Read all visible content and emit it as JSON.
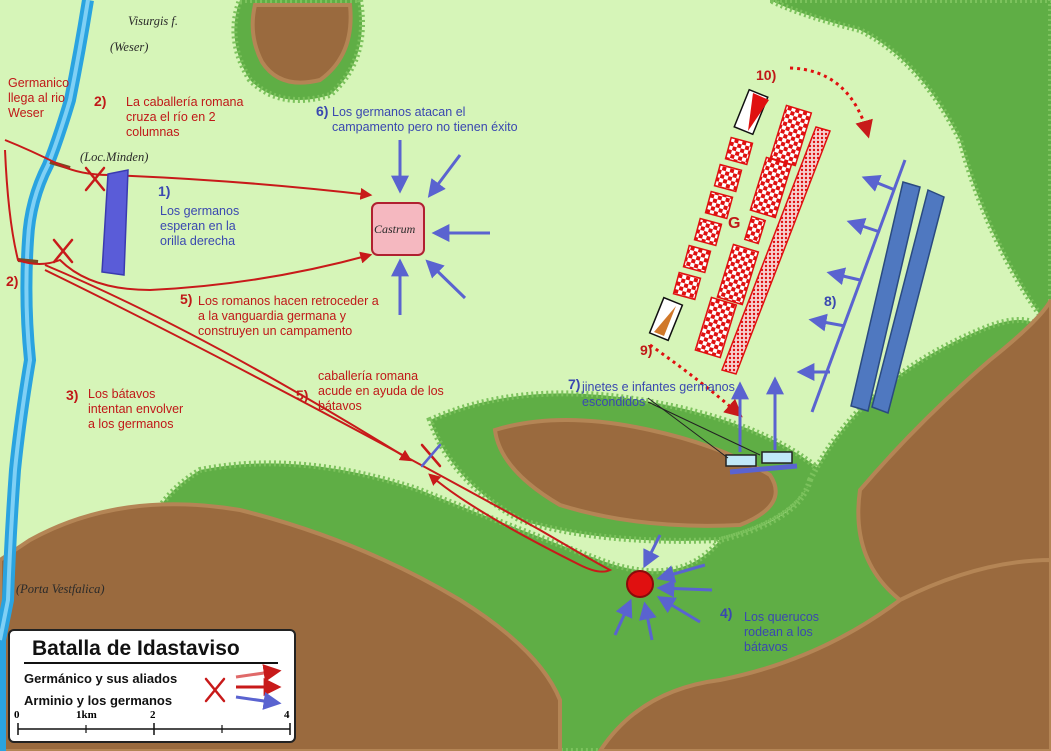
{
  "legend": {
    "title": "Batalla de Idastaviso",
    "row1": "Germánico y sus aliados",
    "row2": "Arminio y los germanos",
    "scale": [
      "0",
      "1km",
      "2",
      "4"
    ],
    "colors": {
      "romans": "#d42020",
      "germans": "#5a63d0"
    }
  },
  "places": {
    "river_latin": "Visurgis f.",
    "river": "(Weser)",
    "minden": "(Loc.Minden)",
    "porta": "(Porta Vestfalica)",
    "castrum": "Castrum",
    "g_label": "G"
  },
  "labels": {
    "germanico": "Germanico\nllega al rio\nWeser",
    "n2a": "2)",
    "t2a": "La caballería romana\ncruza el río en 2\ncolumnas",
    "n2b": "2)",
    "n6": "6)",
    "t6": "Los germanos atacan el\ncampamento pero no tienen éxito",
    "n1": "1)",
    "t1": "Los germanos\nesperan en la\norilla derecha",
    "n5a": "5)",
    "t5a": "Los romanos hacen retroceder a\na la vanguardia germana y\nconstruyen un campamento",
    "n3": "3)",
    "t3": "Los bátavos\nintentan envolver\na los germanos",
    "n5b": "5)",
    "t5b": "caballería  romana\nacude en ayuda de los\nbátavos",
    "n7": "7)",
    "t7": "jinetes e infantes germanos\nescondidos",
    "n4": "4)",
    "t4": "Los querucos\nrodean a los\nbátavos",
    "n8": "8)",
    "n9": "9)",
    "n10": "10)"
  }
}
